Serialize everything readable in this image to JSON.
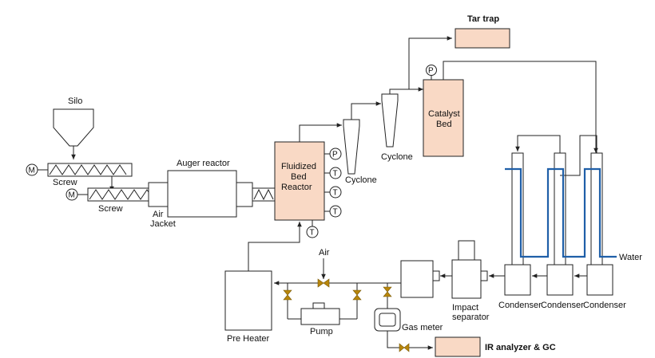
{
  "labels": {
    "silo": "Silo",
    "screw1": "Screw",
    "screw2": "Screw",
    "auger_reactor": "Auger reactor",
    "air_jacket_1": "Air",
    "air_jacket_2": "Jacket",
    "fbr_1": "Fluidized",
    "fbr_2": "Bed",
    "fbr_3": "Reactor",
    "cyclone1": "Cyclone",
    "cyclone2": "Cyclone",
    "tar_trap": "Tar trap",
    "catalyst_1": "Catalyst",
    "catalyst_2": "Bed",
    "water": "Water",
    "condenser1": "Condenser",
    "condenser2": "Condenser",
    "condenser3": "Condenser",
    "impact_1": "Impact",
    "impact_2": "separator",
    "air": "Air",
    "pump": "Pump",
    "gas_meter": "Gas meter",
    "pre_heater": "Pre Heater",
    "ir_analyzer": "IR analyzer & GC"
  },
  "symbols": {
    "motor": "M",
    "pressure": "P",
    "temperature": "T"
  },
  "colors": {
    "highlight_fill": "#f9d9c5",
    "water_line": "#1f5fa8",
    "valve": "#b8860b"
  }
}
